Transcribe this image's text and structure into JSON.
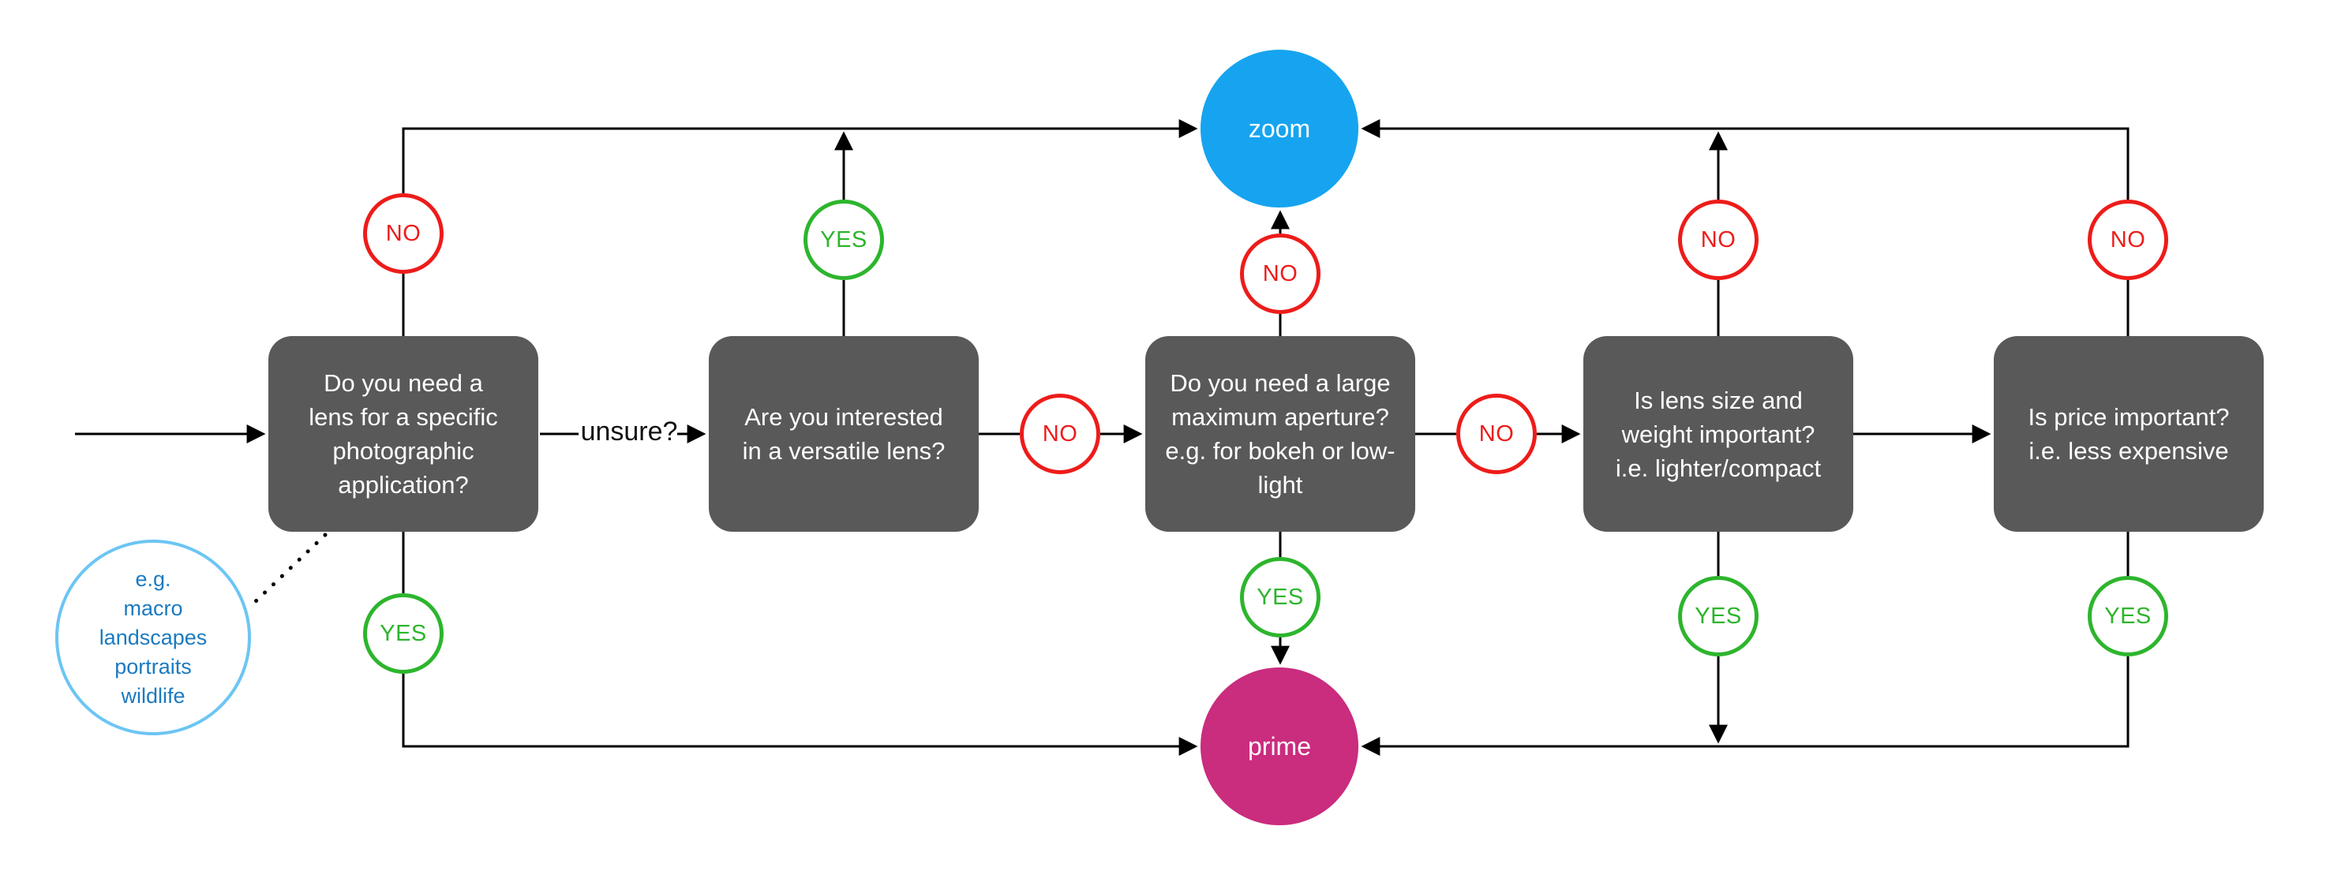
{
  "diagram": {
    "terminals": {
      "zoom": {
        "label": "zoom",
        "color": "#16A4F0"
      },
      "prime": {
        "label": "prime",
        "color": "#CA2C7E"
      }
    },
    "questions": [
      {
        "id": "q1",
        "text": "Do you need a\nlens for a specific\nphotographic\napplication?"
      },
      {
        "id": "q2",
        "text": "Are you interested\nin a versatile lens?"
      },
      {
        "id": "q3",
        "text": "Do you need a large\nmaximum aperture?\ne.g. for bokeh or low-\nlight"
      },
      {
        "id": "q4",
        "text": "Is lens size and\nweight important?\ni.e. lighter/compact"
      },
      {
        "id": "q5",
        "text": "Is price important?\ni.e. less expensive"
      }
    ],
    "unsure_label": "unsure?",
    "badges": [
      {
        "id": "q1-no-top",
        "label": "NO"
      },
      {
        "id": "q2-yes-top",
        "label": "YES"
      },
      {
        "id": "q3-no-top",
        "label": "NO"
      },
      {
        "id": "q4-no-top",
        "label": "NO"
      },
      {
        "id": "q5-no-top",
        "label": "NO"
      },
      {
        "id": "q2-no-right",
        "label": "NO"
      },
      {
        "id": "q3-no-right",
        "label": "NO"
      },
      {
        "id": "q1-yes-bottom",
        "label": "YES"
      },
      {
        "id": "q3-yes-bottom",
        "label": "YES"
      },
      {
        "id": "q4-yes-bottom",
        "label": "YES"
      },
      {
        "id": "q5-yes-bottom",
        "label": "YES"
      }
    ],
    "example_note": {
      "text": "e.g.\nmacro\nlandscapes\nportraits\nwildlife"
    },
    "colors": {
      "question_box": "#595959",
      "question_text": "#ffffff",
      "yes": "#2DB52D",
      "no": "#ED1C1A",
      "zoom_terminal": "#16A4F0",
      "prime_terminal": "#CA2C7E",
      "note_stroke": "#6CC5F4",
      "note_text": "#1B7AC0",
      "connector": "#000000"
    }
  }
}
